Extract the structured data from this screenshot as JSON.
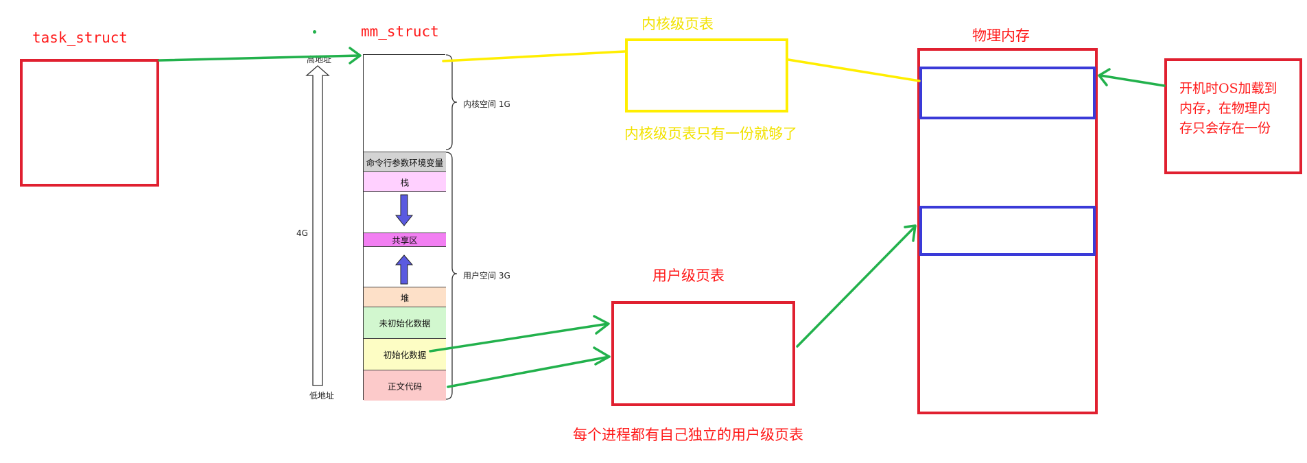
{
  "labels": {
    "task_struct": "task_struct",
    "mm_struct": "mm_struct",
    "kernel_page_table": "内核级页表",
    "kernel_page_table_note": "内核级页表只有一份就够了",
    "physical_memory": "物理内存",
    "user_page_table": "用户级页表",
    "user_page_table_note": "每个进程都有自己独立的用户级页表",
    "os_note": [
      "开机时OS加载到",
      "内存，在物理内",
      "存只会存在一份"
    ]
  },
  "address_space": {
    "high_address": "高地址",
    "low_address": "低地址",
    "total": "4G",
    "kernel_space": "内核空间 1G",
    "user_space": "用户空间 3G",
    "segments": [
      {
        "label": "",
        "color": "#ffffff"
      },
      {
        "label": "命令行参数环境变量",
        "color": "#d3d3d3"
      },
      {
        "label": "栈",
        "color": "#ffd0ff"
      },
      {
        "label": "",
        "color": "#ffffff"
      },
      {
        "label": "共享区",
        "color": "#f27ff2"
      },
      {
        "label": "",
        "color": "#ffffff"
      },
      {
        "label": "堆",
        "color": "#fde0c8"
      },
      {
        "label": "未初始化数据",
        "color": "#d2f7cf"
      },
      {
        "label": "初始化数据",
        "color": "#fdfdc4"
      },
      {
        "label": "正文代码",
        "color": "#fccaca"
      }
    ]
  },
  "colors": {
    "red": "#e02030",
    "yellow": "#ffee00",
    "blue": "#3a3ad8",
    "green": "#22b14c",
    "arrow_fill": "#5a5ae0"
  }
}
